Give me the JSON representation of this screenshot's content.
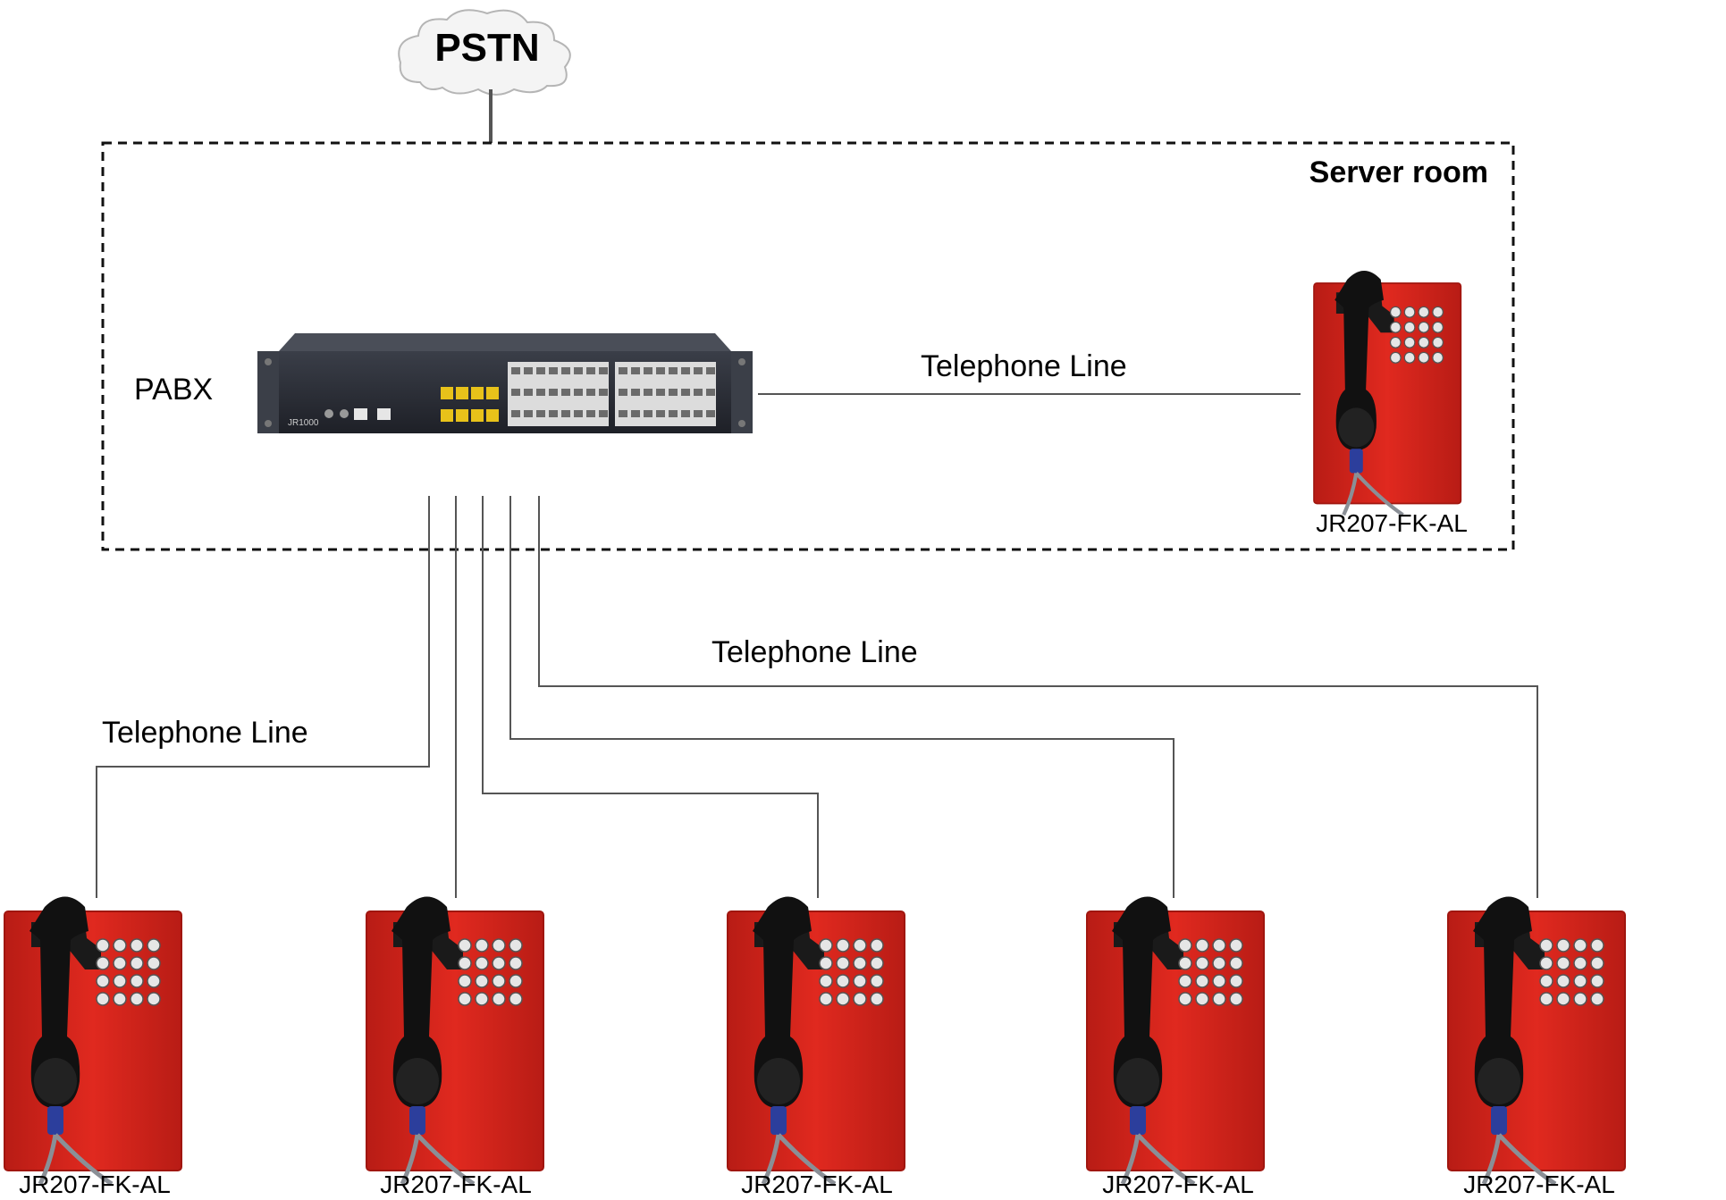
{
  "cloud": {
    "label": "PSTN"
  },
  "server_room": {
    "label": "Server room"
  },
  "pabx": {
    "label": "PABX",
    "model_text": "JR1000"
  },
  "lines": {
    "server_line_label": "Telephone Line",
    "left_line_label": "Telephone Line",
    "center_line_label": "Telephone Line"
  },
  "phones": [
    {
      "id": "server",
      "label": "JR207-FK-AL"
    },
    {
      "id": "p1",
      "label": "JR207-FK-AL"
    },
    {
      "id": "p2",
      "label": "JR207-FK-AL"
    },
    {
      "id": "p3",
      "label": "JR207-FK-AL"
    },
    {
      "id": "p4",
      "label": "JR207-FK-AL"
    },
    {
      "id": "p5",
      "label": "JR207-FK-AL"
    }
  ],
  "colors": {
    "phone_body": "#d9241c",
    "phone_body_dark": "#b01a14",
    "handset": "#111111",
    "cord_sleeve": "#2c3e9c",
    "line": "#555555",
    "pabx_body": "#2b2e36",
    "port_yellow": "#e8c21a"
  }
}
